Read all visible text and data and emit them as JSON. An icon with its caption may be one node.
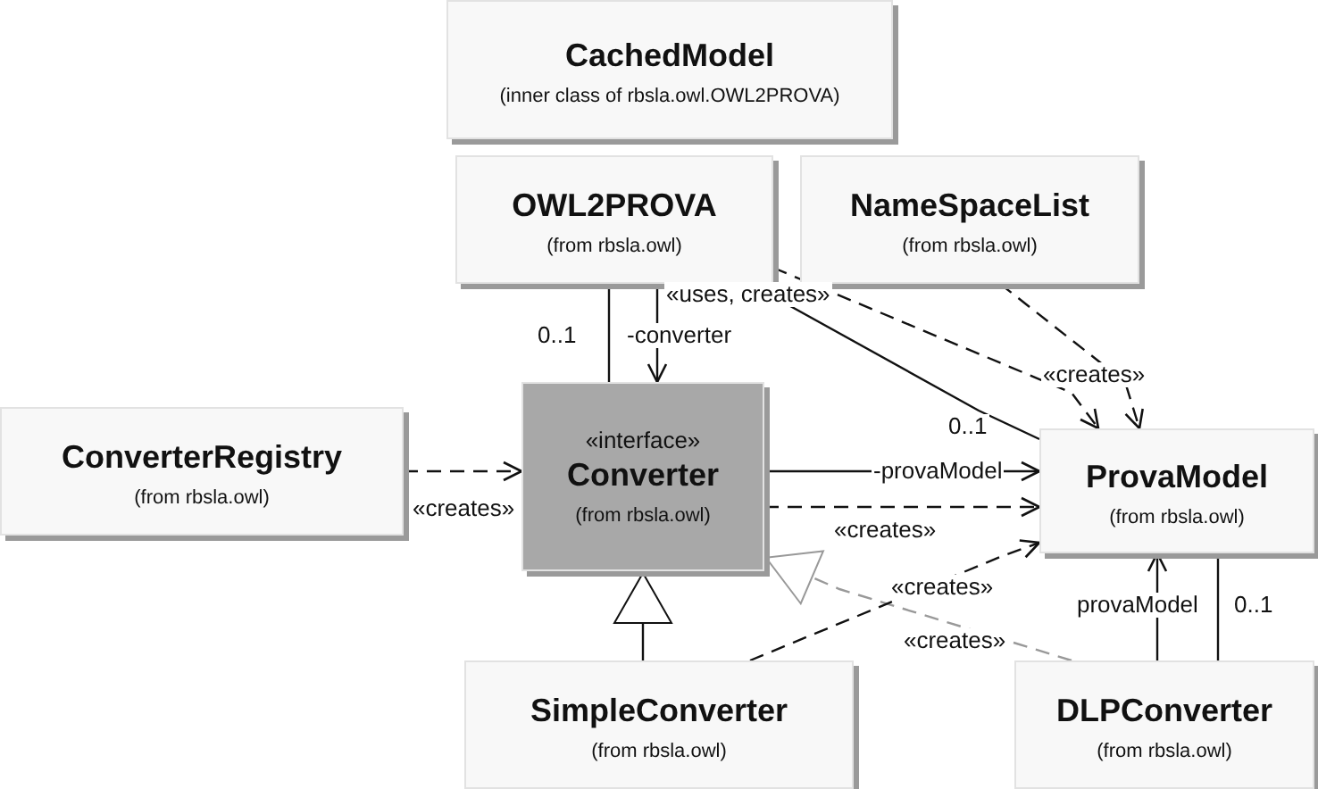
{
  "diagram": {
    "nodes": [
      {
        "text": [
          "CachedModel",
          "(inner class of rbsla.owl.OWL2PROVA)"
        ]
      },
      {
        "text": [
          "OWL2PROVA",
          "(from rbsla.owl)"
        ]
      },
      {
        "text": [
          "NameSpaceList",
          "(from rbsla.owl)"
        ]
      },
      {
        "text": [
          "ConverterRegistry",
          "(from rbsla.owl)"
        ]
      },
      {
        "text": [
          "«interface»",
          "Converter",
          "(from rbsla.owl)"
        ]
      },
      {
        "text": [
          "ProvaModel",
          "(from rbsla.owl)"
        ]
      },
      {
        "text": [
          "SimpleConverter",
          "(from rbsla.owl)"
        ]
      },
      {
        "text": [
          "DLPConverter",
          "(from rbsla.owl)"
        ]
      }
    ],
    "edges": [
      {
        "from": 1,
        "to": 4,
        "arrow": "none",
        "label": "0..1"
      },
      {
        "from": 1,
        "to": 4,
        "arrow": "to",
        "label": "-converter"
      },
      {
        "from": 1,
        "to": 5,
        "arrow": "none",
        "label": "0..1"
      },
      {
        "from": 1,
        "to": 5,
        "arrow": "to",
        "style": "dashed",
        "label": "«uses, creates»"
      },
      {
        "from": 2,
        "to": 5,
        "arrow": "to",
        "style": "dashed",
        "label": "«creates»"
      },
      {
        "from": 3,
        "to": 4,
        "arrow": "to",
        "style": "dashed",
        "label": "«creates»"
      },
      {
        "from": 4,
        "to": 5,
        "arrow": "to",
        "label": "-provaModel"
      },
      {
        "from": 4,
        "to": 5,
        "arrow": "to",
        "style": "dashed",
        "label": "«creates»"
      },
      {
        "from": 6,
        "to": 4,
        "arrow": "to"
      },
      {
        "from": 7,
        "to": 4,
        "arrow": "to",
        "style": "dashed",
        "color": "#999999",
        "label": "«creates»"
      },
      {
        "from": 6,
        "to": 5,
        "arrow": "to",
        "style": "dashed",
        "label": "«creates»"
      },
      {
        "from": 7,
        "to": 5,
        "arrow": "to",
        "label": "provaModel"
      },
      {
        "from": 7,
        "to": 5,
        "arrow": "none",
        "label": "0..1"
      }
    ]
  }
}
